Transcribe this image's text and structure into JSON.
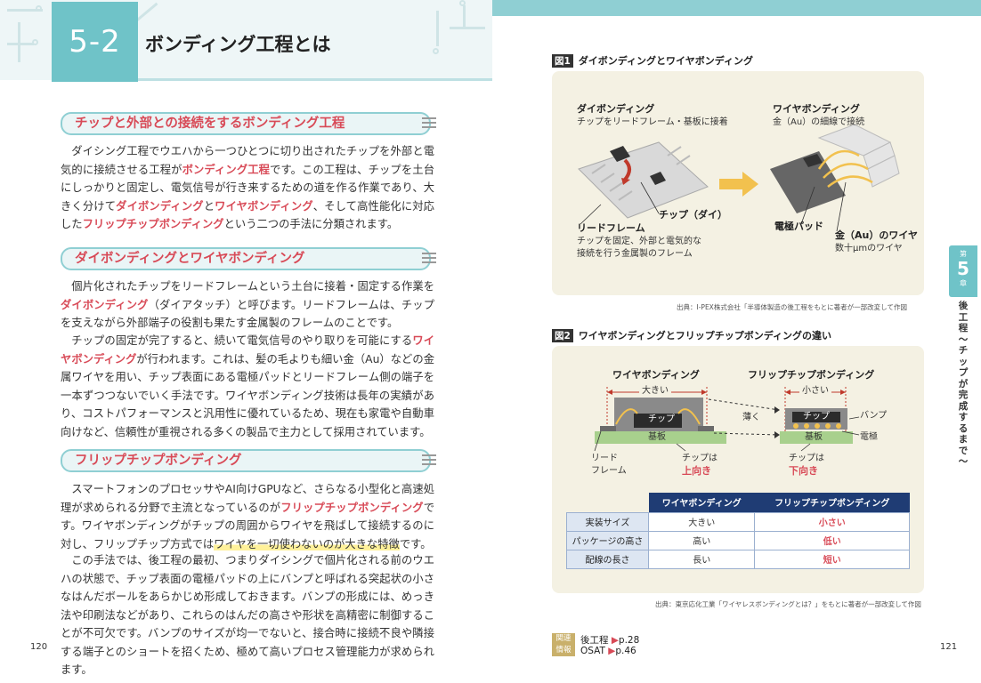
{
  "section": {
    "number": "5-2",
    "title": "ボンディング工程とは"
  },
  "sections": [
    {
      "heading": "チップと外部との接続をするボンディング工程",
      "paragraphs": [
        [
          "ダイシング工程でウエハから一つひとつに切り出されたチップを外部と電気的に接続させる工程が",
          {
            "red": "ボンディング工程"
          },
          "です。この工程は、チップを土台にしっかりと固定し、電気信号が行き来するための道を作る作業であり、大きく分けて",
          {
            "red": "ダイボンディング"
          },
          "と",
          {
            "red": "ワイヤボンディング"
          },
          "、そして高性能化に対応した",
          {
            "red": "フリップチップボンディング"
          },
          "という二つの手法に分類されます。"
        ]
      ]
    },
    {
      "heading": "ダイボンディングとワイヤボンディング",
      "paragraphs": [
        [
          "個片化されたチップをリードフレームという土台に接着・固定する作業を",
          {
            "red": "ダイボンディング"
          },
          "（ダイアタッチ）と呼びます。リードフレームは、チップを支えながら外部端子の役割も果たす金属製のフレームのことです。"
        ],
        [
          "チップの固定が完了すると、続いて電気信号のやり取りを可能にする",
          {
            "red": "ワイヤボンディング"
          },
          "が行われます。これは、髪の毛よりも細い金（Au）などの金属ワイヤを用い、チップ表面にある電極パッドとリードフレーム側の端子を一本ずつつないでいく手法です。ワイヤボンディング技術は長年の実績があり、コストパフォーマンスと汎用性に優れているため、現在も家電や自動車向けなど、信頼性が重視される多くの製品で主力として採用されています。"
        ]
      ]
    },
    {
      "heading": "フリップチップボンディング",
      "paragraphs": [
        [
          "スマートフォンのプロセッサやAI向けGPUなど、さらなる小型化と高速処理が求められる分野で主流となっているのが",
          {
            "red": "フリップチップボンディング"
          },
          "です。ワイヤボンディングがチップの周囲からワイヤを飛ばして接続するのに対し、フリップチップ方式では",
          {
            "hl": "ワイヤを一切使わないのが大きな特徴"
          },
          "です。"
        ],
        [
          "この手法では、後工程の最初、つまりダイシングで個片化される前のウエハの状態で、チップ表面の電極パッドの上にバンプと呼ばれる突起状の小さなはんだボールをあらかじめ形成しておきます。バンプの形成には、めっき法や印刷法などがあり、これらのはんだの高さや形状を高精密に制御することが不可欠です。バンプのサイズが均一でないと、接合時に接続不良や隣接する端子とのショートを招くため、極めて高いプロセス管理能力が求められます。"
        ]
      ]
    }
  ],
  "page_left": "120",
  "page_right": "121",
  "figure1": {
    "tag": "図1",
    "title": "ダイボンディングとワイヤボンディング",
    "die_title": "ダイボンディング",
    "die_desc": "チップをリードフレーム・基板に接着",
    "wire_title": "ワイヤボンディング",
    "wire_desc": "金（Au）の細線で接続",
    "chip_label": "チップ（ダイ）",
    "lead_title": "リードフレーム",
    "lead_desc1": "チップを固定、外部と電気的な",
    "lead_desc2": "接続を行う金属製のフレーム",
    "pad_label": "電極パッド",
    "gold_title": "金（Au）のワイヤ",
    "gold_desc": "数十μmのワイヤ",
    "source": "出典：I-PEX株式会社「半導体製造の後工程をもとに著者が一部改変して作図"
  },
  "figure2": {
    "tag": "図2",
    "title": "ワイヤボンディングとフリップチップボンディングの違い",
    "wire_title": "ワイヤボンディング",
    "flip_title": "フリップチップボンディング",
    "big": "大きい",
    "small": "小さい",
    "thin": "薄く",
    "chip": "チップ",
    "substrate": "基板",
    "bump": "バンプ",
    "electrode": "電極",
    "lead": "リード",
    "frame": "フレーム",
    "chip_is": "チップは",
    "up": "上向き",
    "down": "下向き",
    "table": {
      "headers": [
        "ワイヤボンディング",
        "フリップチップボンディング"
      ],
      "rows": [
        [
          "実装サイズ",
          "大きい",
          "小さい"
        ],
        [
          "パッケージの高さ",
          "高い",
          "低い"
        ],
        [
          "配線の長さ",
          "長い",
          "短い"
        ]
      ]
    },
    "source": "出典：東京応化工業「ワイヤレスボンディングとは？」をもとに著者が一部改変して作図"
  },
  "chapter_tab": {
    "small": "第",
    "num": "5",
    "small2": "章",
    "text": "後工程〜チップが完成するまで〜"
  },
  "related": {
    "badge1": "関連",
    "badge2": "情報",
    "item1": "後工程",
    "item1_page": "p.28",
    "item2": "OSAT",
    "item2_page": "p.46"
  },
  "colors": {
    "accent_teal": "#6fc3c8",
    "red": "#d84a57",
    "navy": "#1f3c74"
  }
}
